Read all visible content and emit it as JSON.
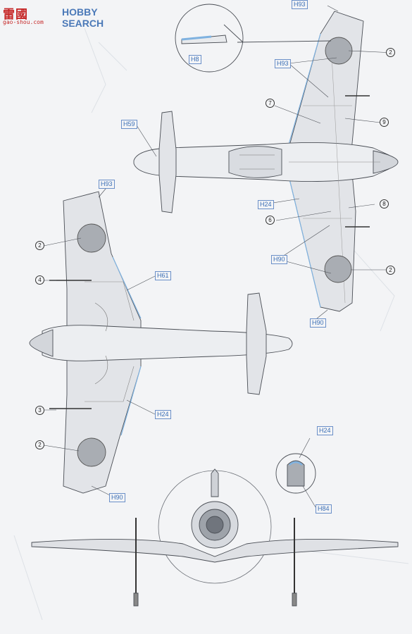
{
  "watermark": {
    "brand_cn": "雷國",
    "brand_en": "HOBBY SEARCH",
    "url": "gao-shou.com"
  },
  "callouts": {
    "h93_top": "H93",
    "h93_mid": "H93",
    "h93_left": "H93",
    "h8": "H8",
    "h59": "H59",
    "h24_top": "H24",
    "h24_left": "H24",
    "h24_detail": "H24",
    "h90_top": "H90",
    "h90_bottom_right": "H90",
    "h90_left": "H90",
    "h61": "H61",
    "h84": "H84"
  },
  "numbers": {
    "n2_a": "2",
    "n2_b": "2",
    "n2_c": "2",
    "n2_d": "2",
    "n3": "3",
    "n4": "4",
    "n6": "6",
    "n7": "7",
    "n8": "8",
    "n9": "9"
  }
}
